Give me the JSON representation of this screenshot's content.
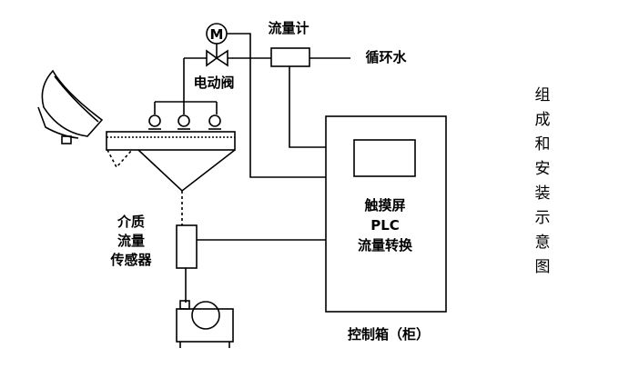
{
  "labels": {
    "flowmeter": "流量计",
    "circulating_water": "循环水",
    "electric_valve": "电动阀",
    "motor_symbol": "M",
    "medium_flow_sensor": [
      "介质",
      "流量",
      "传感器"
    ],
    "control_panel": [
      "触摸屏",
      "PLC",
      "流量转换"
    ],
    "control_box": "控制箱（柜）"
  },
  "side_title": [
    "组",
    "成",
    "和",
    "安",
    "装",
    "示",
    "意",
    "图"
  ]
}
